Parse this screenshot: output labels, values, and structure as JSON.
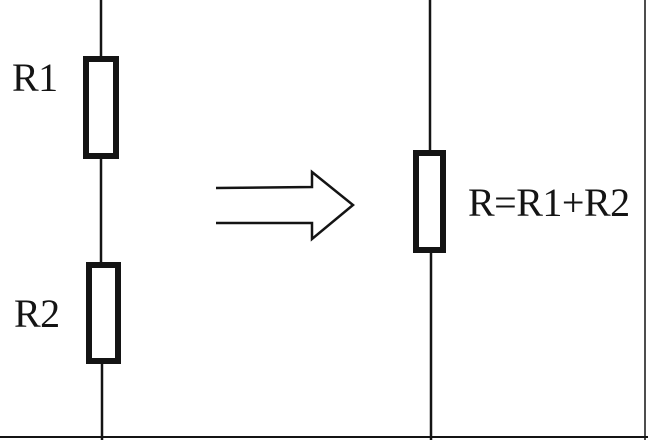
{
  "diagram": {
    "left_circuit": {
      "resistor_top_label": "R1",
      "resistor_bottom_label": "R2"
    },
    "right_circuit": {
      "equation": "R=R1+R2"
    },
    "arrow": "equivalence-arrow"
  },
  "colors": {
    "ink": "#141414",
    "background": "#ffffff"
  }
}
